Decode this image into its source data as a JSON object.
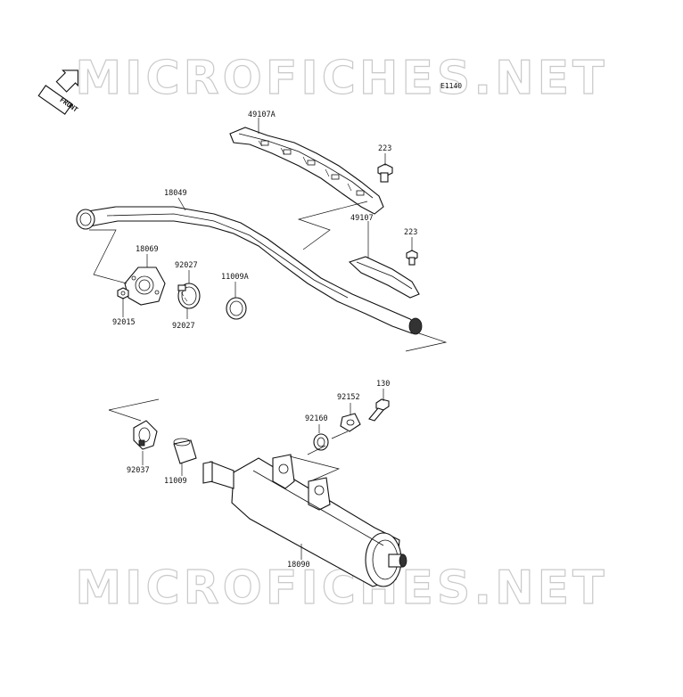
{
  "watermark": {
    "top": "MICROFICHES.NET",
    "bottom": "MICROFICHES.NET"
  },
  "diagram_code": "E1140",
  "front_arrow": {
    "label": "FRONT",
    "icon": "front-arrow-icon"
  },
  "parts": [
    {
      "id": "p49107a",
      "number": "49107A"
    },
    {
      "id": "p223a",
      "number": "223"
    },
    {
      "id": "p18049",
      "number": "18049"
    },
    {
      "id": "p49107",
      "number": "49107"
    },
    {
      "id": "p223b",
      "number": "223"
    },
    {
      "id": "p18069",
      "number": "18069"
    },
    {
      "id": "p92027a",
      "number": "92027"
    },
    {
      "id": "p11009a",
      "number": "11009A"
    },
    {
      "id": "p92015",
      "number": "92015"
    },
    {
      "id": "p92027b",
      "number": "92027"
    },
    {
      "id": "p130",
      "number": "130"
    },
    {
      "id": "p92152",
      "number": "92152"
    },
    {
      "id": "p92160",
      "number": "92160"
    },
    {
      "id": "p92037",
      "number": "92037"
    },
    {
      "id": "p11009",
      "number": "11009"
    },
    {
      "id": "p18090",
      "number": "18090"
    }
  ]
}
